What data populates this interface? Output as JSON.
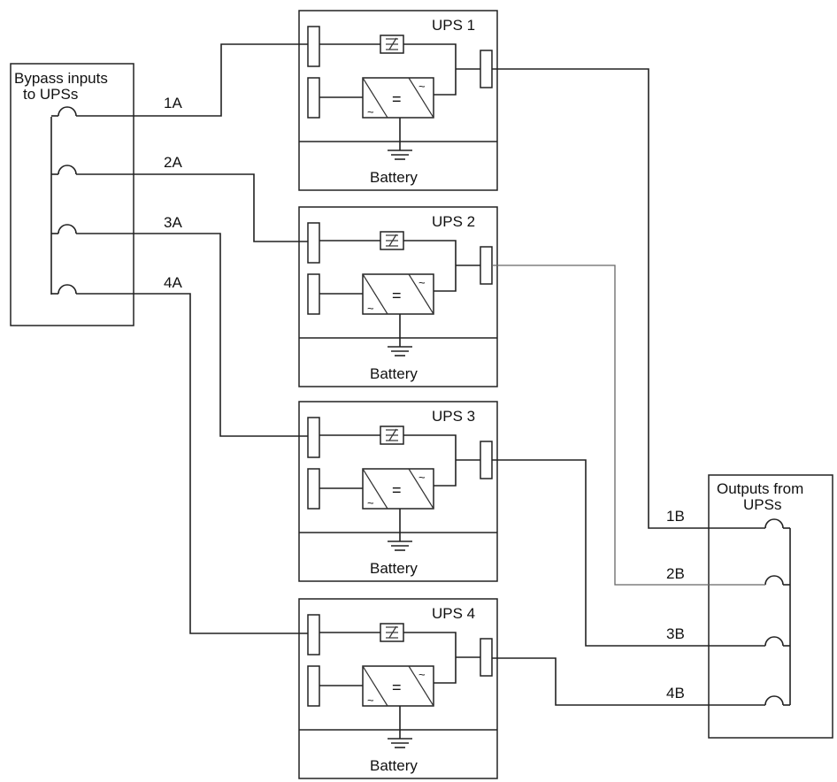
{
  "bypass_panel": {
    "title_line1": "Bypass inputs",
    "title_line2": "to UPSs"
  },
  "output_panel": {
    "title_line1": "Outputs from",
    "title_line2": "UPSs"
  },
  "input_labels": [
    "1A",
    "2A",
    "3A",
    "4A"
  ],
  "output_labels": [
    "1B",
    "2B",
    "3B",
    "4B"
  ],
  "ups_units": [
    {
      "name": "UPS 1",
      "battery": "Battery"
    },
    {
      "name": "UPS 2",
      "battery": "Battery"
    },
    {
      "name": "UPS 3",
      "battery": "Battery"
    },
    {
      "name": "UPS 4",
      "battery": "Battery"
    }
  ],
  "symbols": {
    "converter_equals": "=",
    "ac_wave": "~"
  },
  "icons": [
    "switch-icon",
    "converter-icon",
    "ground-icon",
    "breaker-icon",
    "terminal-icon"
  ]
}
